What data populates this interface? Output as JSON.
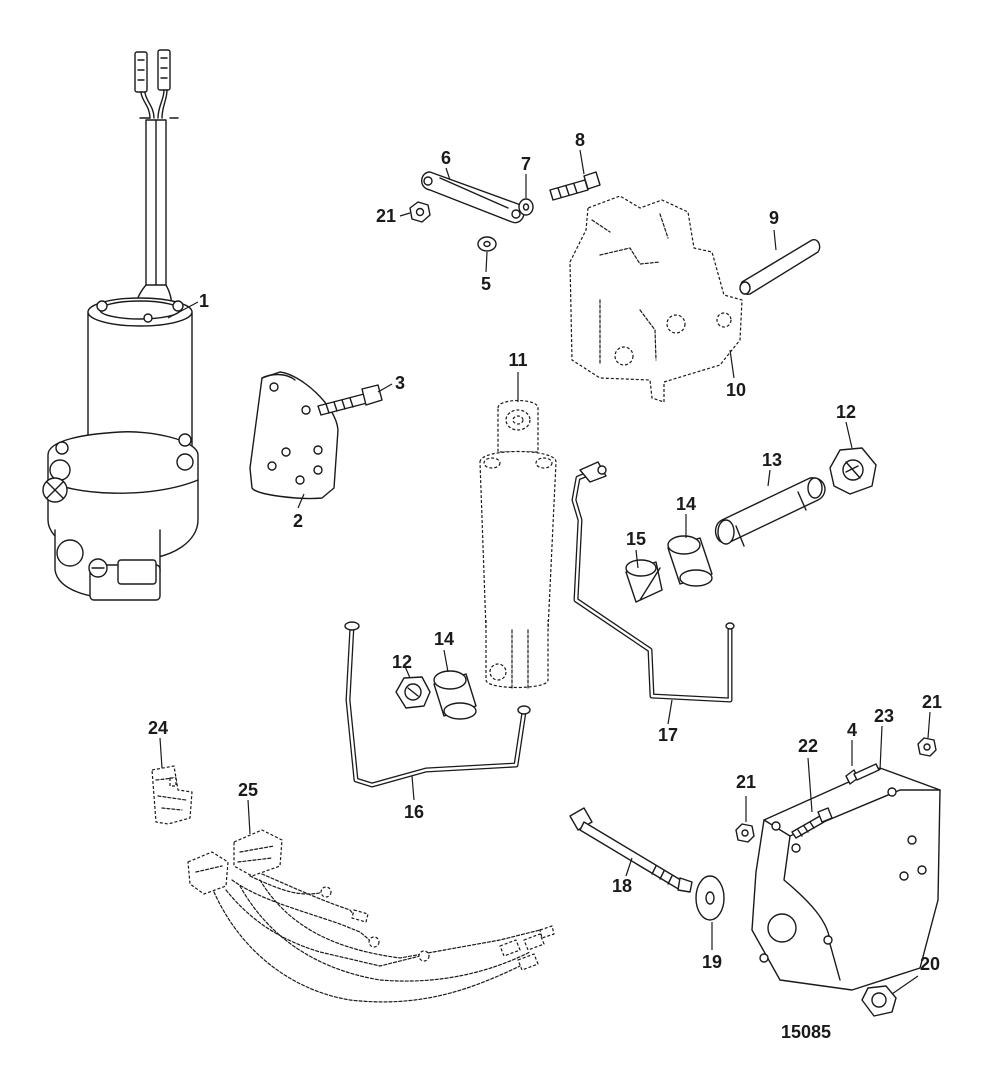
{
  "diagram": {
    "reference_number": "15085",
    "callouts": {
      "c1": "1",
      "c2": "2",
      "c3": "3",
      "c4": "4",
      "c5": "5",
      "c6": "6",
      "c7": "7",
      "c8": "8",
      "c9": "9",
      "c10": "10",
      "c11": "11",
      "c12a": "12",
      "c12b": "12",
      "c13": "13",
      "c14a": "14",
      "c14b": "14",
      "c15": "15",
      "c16": "16",
      "c17": "17",
      "c18": "18",
      "c19": "19",
      "c20": "20",
      "c21a": "21",
      "c21b": "21",
      "c21c": "21",
      "c22": "22",
      "c23": "23",
      "c24": "24",
      "c25": "25"
    }
  }
}
